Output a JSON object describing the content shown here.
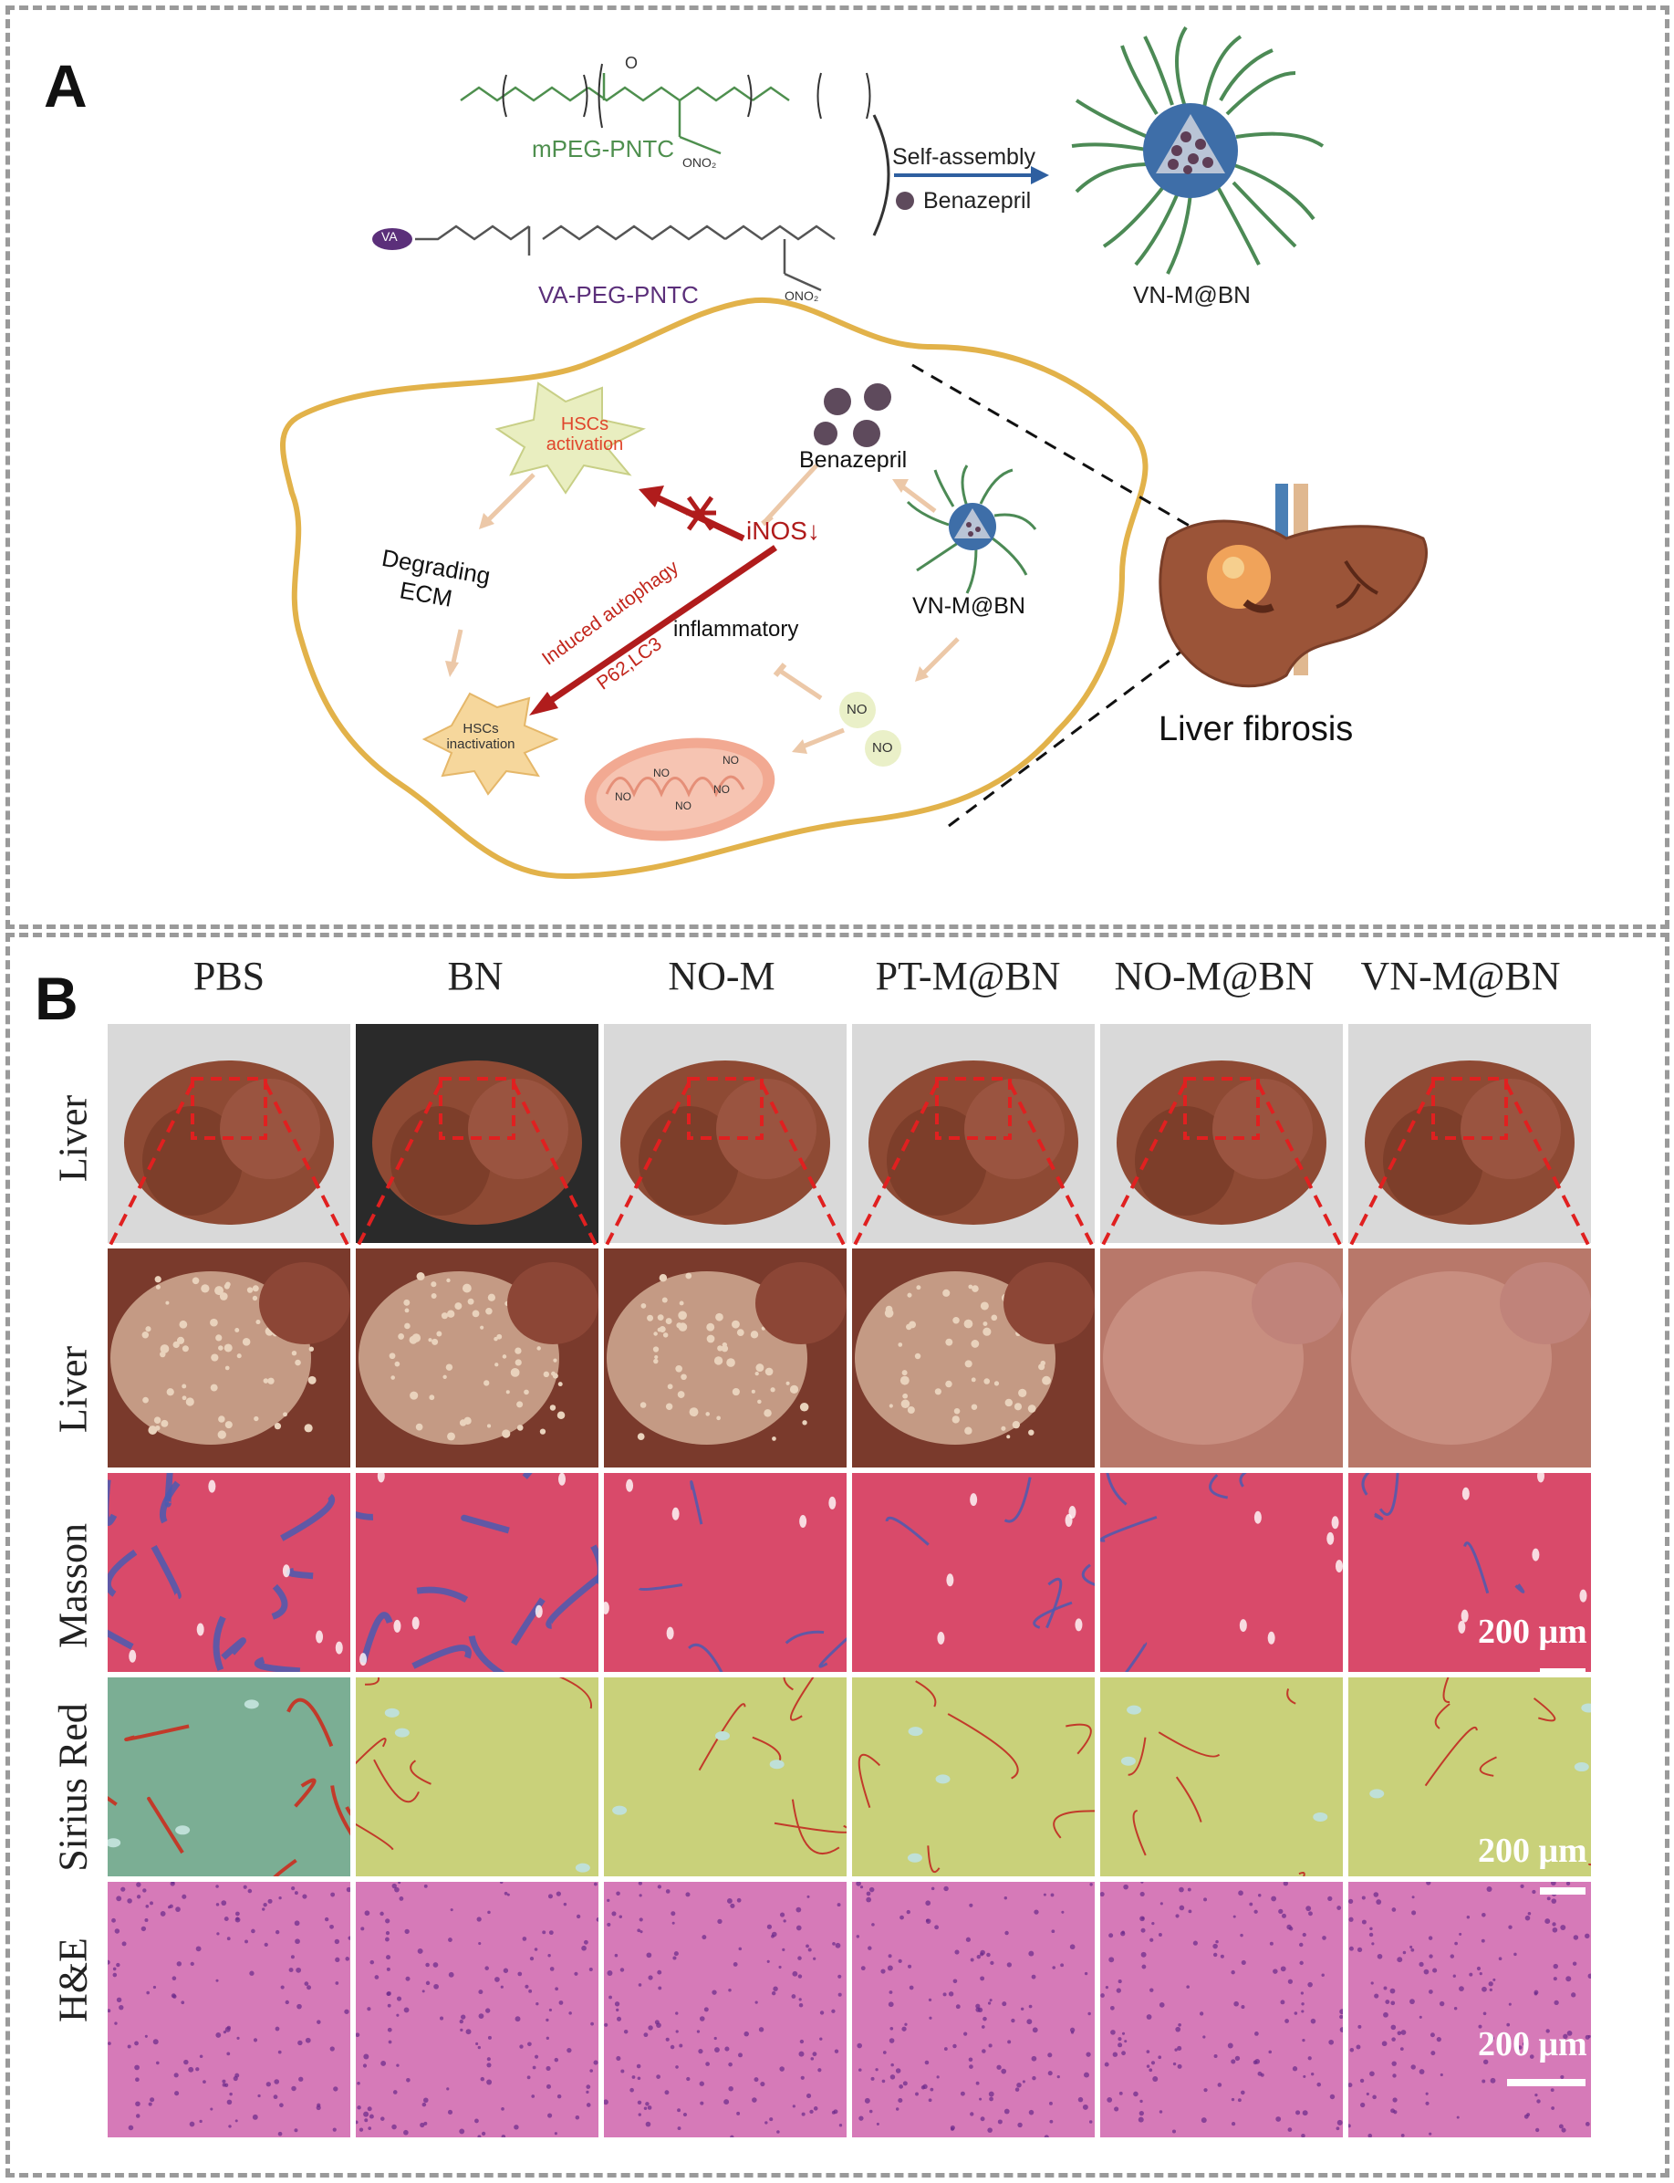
{
  "panel_a": {
    "letter": "A",
    "polymer1_label": "mPEG-PNTC",
    "polymer2_label": "VA-PEG-PNTC",
    "va_tag": "VA",
    "nitrate_label": "ONO₂",
    "self_assembly_label": "Self-assembly",
    "drug_label": "Benazepril",
    "micelle_label": "VN-M@BN",
    "cell": {
      "hsc_activation": "HSCs activation",
      "hsc_inactivation": "HSCs inactivation",
      "degrading": "Degrading",
      "ecm": "ECM",
      "benazepril": "Benazepril",
      "inos": "iNOS",
      "inos_arrow": "↓",
      "micelle": "VN-M@BN",
      "inflammatory": "inflammatory",
      "autophagy": "Induced autophagy",
      "markers": "P62,LC3",
      "no": "NO"
    },
    "liver_label": "Liver fibrosis"
  },
  "panel_b": {
    "letter": "B",
    "columns": [
      "PBS",
      "BN",
      "NO-M",
      "PT-M@BN",
      "NO-M@BN",
      "VN-M@BN"
    ],
    "rows": [
      "Liver",
      "Liver",
      "Masson",
      "Sirius Red",
      "H&E"
    ],
    "scale_bar": "200 μm"
  },
  "colors": {
    "frame": "#9a9a9a",
    "cell_membrane": "#e2b24a",
    "red_arrow": "#b01c1c",
    "liver": "#8e4a34",
    "masson_bg": "#d94a6a",
    "masson_fiber": "#4a5bb0",
    "sirius_bg": "#c9d17a",
    "sirius_fiber": "#c23a2a",
    "he_bg": "#d67ab8"
  }
}
